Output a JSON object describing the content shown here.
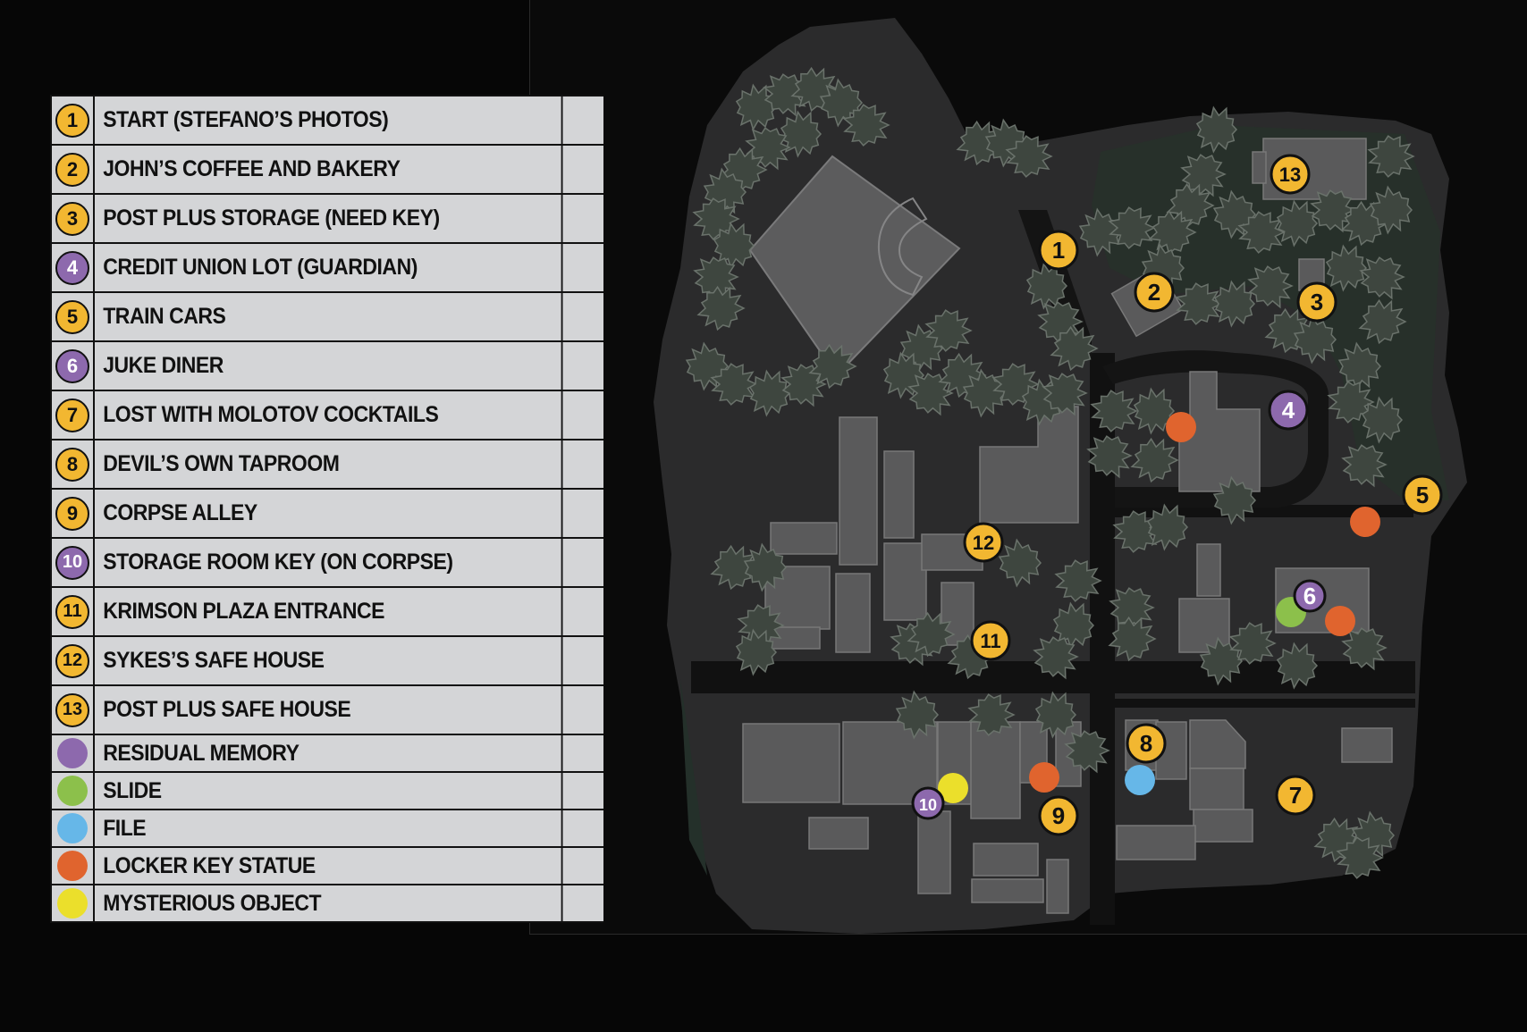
{
  "legend": {
    "locations": [
      {
        "number": "1",
        "label": "START (STEFANO’S PHOTOS)",
        "color": "#f2b731"
      },
      {
        "number": "2",
        "label": "JOHN’S COFFEE AND BAKERY",
        "color": "#f2b731"
      },
      {
        "number": "3",
        "label": "POST PLUS STORAGE (NEED KEY)",
        "color": "#f2b731"
      },
      {
        "number": "4",
        "label": "CREDIT UNION LOT (GUARDIAN)",
        "color": "#8d69ad"
      },
      {
        "number": "5",
        "label": "TRAIN CARS",
        "color": "#f2b731"
      },
      {
        "number": "6",
        "label": "JUKE DINER",
        "color": "#8d69ad"
      },
      {
        "number": "7",
        "label": "LOST WITH MOLOTOV COCKTAILS",
        "color": "#f2b731"
      },
      {
        "number": "8",
        "label": "DEVIL’S OWN TAPROOM",
        "color": "#f2b731"
      },
      {
        "number": "9",
        "label": "CORPSE ALLEY",
        "color": "#f2b731"
      },
      {
        "number": "10",
        "label": "STORAGE ROOM KEY (ON CORPSE)",
        "color": "#8d69ad"
      },
      {
        "number": "11",
        "label": "KRIMSON PLAZA ENTRANCE",
        "color": "#f2b731"
      },
      {
        "number": "12",
        "label": "SYKES’S SAFE HOUSE",
        "color": "#f2b731"
      },
      {
        "number": "13",
        "label": "POST PLUS SAFE HOUSE",
        "color": "#f2b731"
      }
    ],
    "collectibles": [
      {
        "label": "RESIDUAL MEMORY",
        "color": "#8d69ad"
      },
      {
        "label": "SLIDE",
        "color": "#8cc04b"
      },
      {
        "label": "FILE",
        "color": "#66b7e8"
      },
      {
        "label": "LOCKER KEY STATUE",
        "color": "#e0642e"
      },
      {
        "label": "MYSTERIOUS OBJECT",
        "color": "#ebdf2b"
      }
    ]
  },
  "map": {
    "markers": [
      "1",
      "2",
      "3",
      "4",
      "5",
      "6",
      "7",
      "8",
      "9",
      "10",
      "11",
      "12",
      "13"
    ],
    "collectible_points": [
      "locker-key-statue",
      "locker-key-statue",
      "locker-key-statue",
      "locker-key-statue",
      "slide",
      "file",
      "mysterious-object"
    ]
  }
}
